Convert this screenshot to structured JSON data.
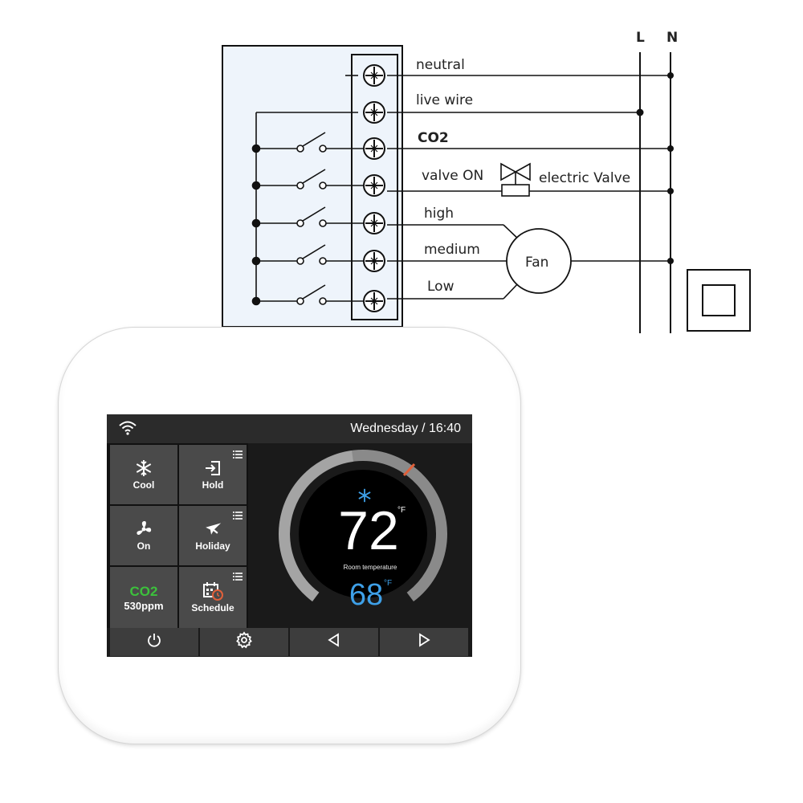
{
  "wiring": {
    "bus_labels": {
      "live": "L",
      "neutral": "N"
    },
    "terminals": [
      {
        "label": "neutral",
        "bold": false
      },
      {
        "label": "live wire",
        "bold": false
      },
      {
        "label": "CO2",
        "bold": true
      },
      {
        "label": "valve ON",
        "bold": false
      },
      {
        "label": "high",
        "bold": false
      },
      {
        "label": "medium",
        "bold": false
      },
      {
        "label": "Low",
        "bold": false
      }
    ],
    "valve_label": "electric Valve",
    "fan_label": "Fan"
  },
  "screen": {
    "status": {
      "datetime": "Wednesday / 16:40",
      "wifi_icon": "wifi-icon"
    },
    "tiles": [
      {
        "id": "cool",
        "label": "Cool",
        "icon": "snowflake-icon"
      },
      {
        "id": "hold",
        "label": "Hold",
        "icon": "hold-icon",
        "has_menu": true
      },
      {
        "id": "fan",
        "label": "On",
        "icon": "fan-icon"
      },
      {
        "id": "holiday",
        "label": "Holiday",
        "icon": "airplane-icon",
        "has_menu": true
      },
      {
        "id": "co2",
        "label": "CO2",
        "value": "530ppm"
      },
      {
        "id": "schedule",
        "label": "Schedule",
        "icon": "calendar-clock-icon",
        "has_menu": true
      }
    ],
    "thermostat": {
      "set_temperature": "72",
      "set_unit": "°F",
      "room_label": "Room temperature",
      "room_temperature": "68",
      "room_unit": "°F",
      "mode_icon": "snowflake-icon",
      "accent_color": "#3ea0e8"
    },
    "bottom_buttons": [
      {
        "id": "power",
        "icon": "power-icon"
      },
      {
        "id": "settings",
        "icon": "gear-icon"
      },
      {
        "id": "back",
        "icon": "triangle-left-icon"
      },
      {
        "id": "forward",
        "icon": "triangle-right-icon"
      }
    ],
    "colors": {
      "co2_text": "#3cc13c",
      "room_temp": "#3ea0e8",
      "tile_bg": "#4a4a4a"
    }
  }
}
